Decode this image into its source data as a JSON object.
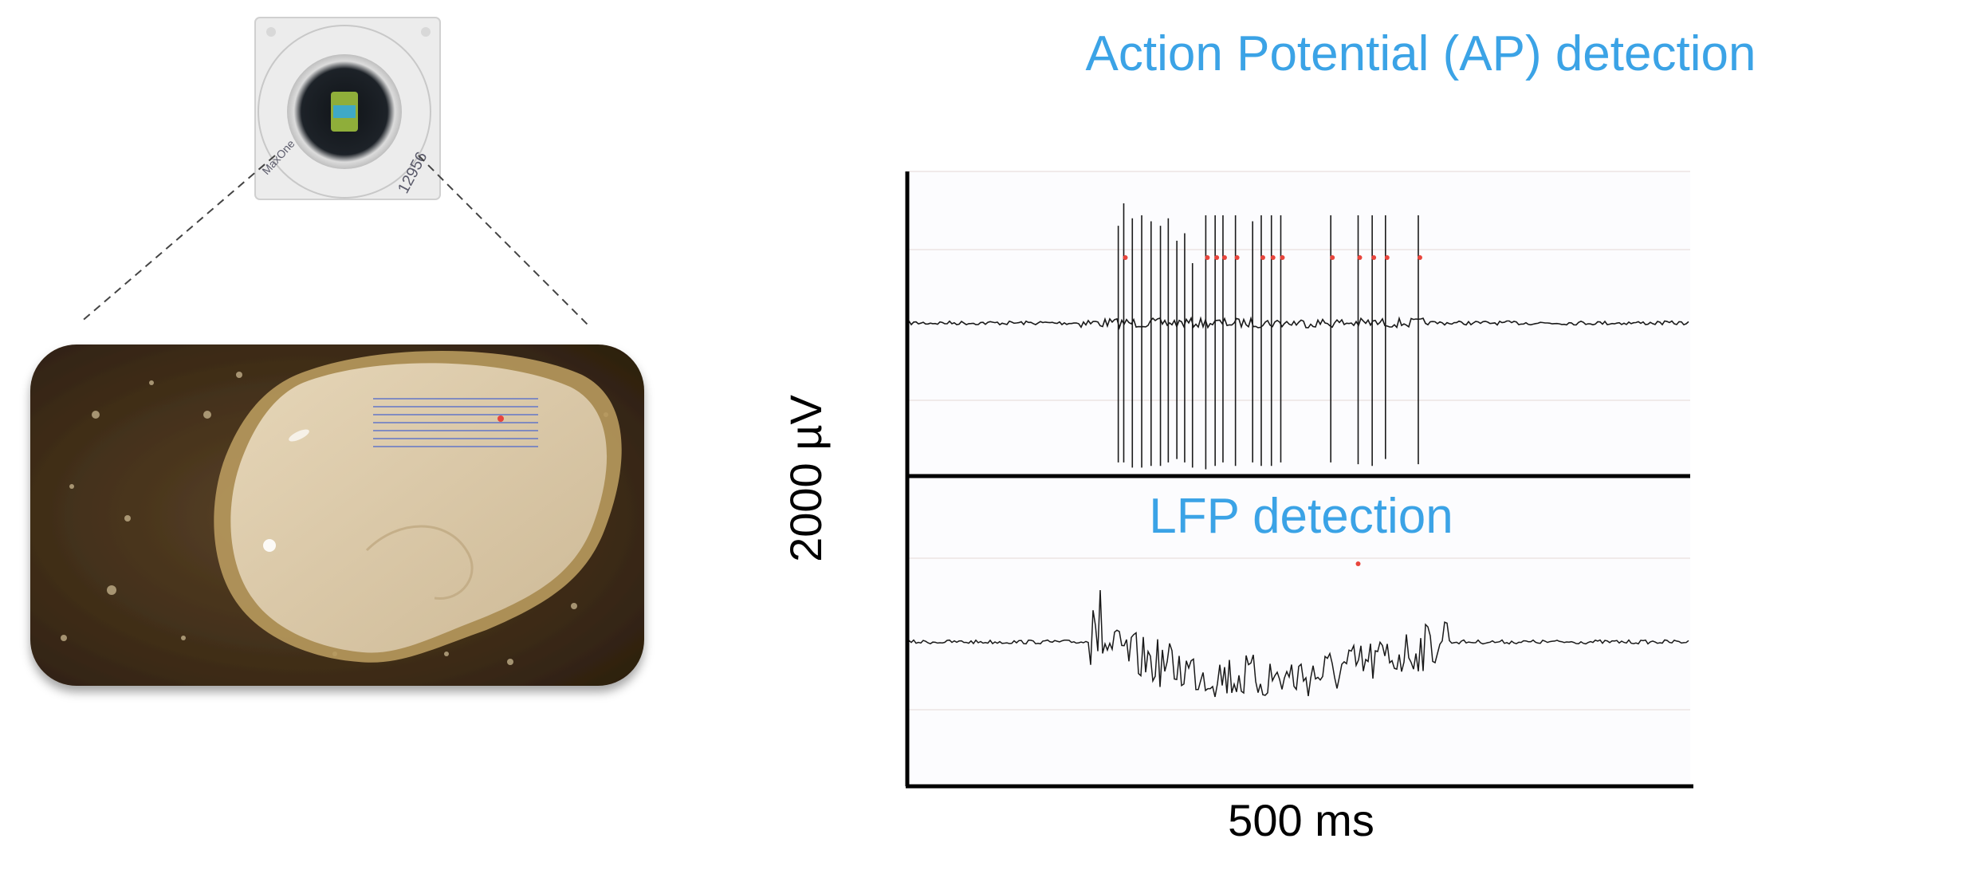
{
  "figure": {
    "ap_title": "Action Potential (AP) detection",
    "lfp_title": "LFP detection",
    "y_scale_label": "2000 µV",
    "x_scale_label": "500 ms",
    "chip_brand_text": "MaxOne",
    "chip_serial_text": "12956"
  },
  "colors": {
    "title": "#3ba3e6",
    "trace": "#1a1a1a",
    "marker": "#e8453c",
    "axis": "#000000",
    "tissue": "#d9c7a6",
    "background_dark": "#4a3520"
  },
  "traces": {
    "ap_spikes": [
      {
        "t": 0.268,
        "up": 0.65,
        "down": 0.82,
        "mark": false
      },
      {
        "t": 0.275,
        "up": 0.8,
        "down": 0.82,
        "mark": true
      },
      {
        "t": 0.286,
        "up": 0.7,
        "down": 0.85,
        "mark": false
      },
      {
        "t": 0.298,
        "up": 0.72,
        "down": 0.85,
        "mark": false
      },
      {
        "t": 0.31,
        "up": 0.68,
        "down": 0.84,
        "mark": false
      },
      {
        "t": 0.322,
        "up": 0.65,
        "down": 0.84,
        "mark": false
      },
      {
        "t": 0.332,
        "up": 0.7,
        "down": 0.82,
        "mark": false
      },
      {
        "t": 0.343,
        "up": 0.55,
        "down": 0.8,
        "mark": false
      },
      {
        "t": 0.353,
        "up": 0.6,
        "down": 0.82,
        "mark": false
      },
      {
        "t": 0.363,
        "up": 0.4,
        "down": 0.85,
        "mark": false
      },
      {
        "t": 0.38,
        "up": 0.72,
        "down": 0.86,
        "mark": true
      },
      {
        "t": 0.392,
        "up": 0.72,
        "down": 0.84,
        "mark": true
      },
      {
        "t": 0.402,
        "up": 0.72,
        "down": 0.82,
        "mark": true
      },
      {
        "t": 0.418,
        "up": 0.72,
        "down": 0.84,
        "mark": true
      },
      {
        "t": 0.44,
        "up": 0.68,
        "down": 0.82,
        "mark": false
      },
      {
        "t": 0.451,
        "up": 0.72,
        "down": 0.84,
        "mark": true
      },
      {
        "t": 0.464,
        "up": 0.72,
        "down": 0.84,
        "mark": true
      },
      {
        "t": 0.476,
        "up": 0.72,
        "down": 0.82,
        "mark": true
      },
      {
        "t": 0.54,
        "up": 0.72,
        "down": 0.82,
        "mark": true
      },
      {
        "t": 0.575,
        "up": 0.72,
        "down": 0.83,
        "mark": true
      },
      {
        "t": 0.593,
        "up": 0.72,
        "down": 0.84,
        "mark": true
      },
      {
        "t": 0.61,
        "up": 0.72,
        "down": 0.8,
        "mark": true
      },
      {
        "t": 0.652,
        "up": 0.72,
        "down": 0.83,
        "mark": true
      }
    ],
    "lfp_markers": [
      {
        "t": 0.575
      }
    ]
  }
}
